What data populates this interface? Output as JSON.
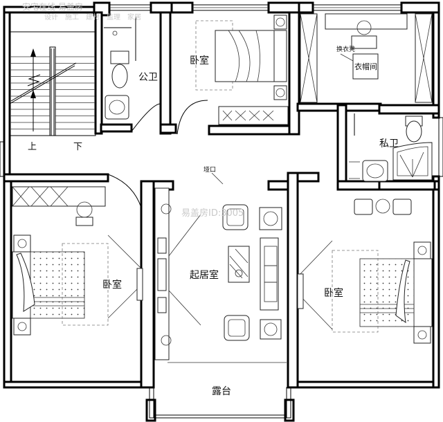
{
  "watermark": {
    "top_title": "安宅在线 易盖房",
    "top_tags": [
      "设计",
      "施工",
      "建材",
      "监理",
      "家居"
    ],
    "center": "易盖房ID:3005"
  },
  "rooms": {
    "public_bath": "公卫",
    "bedroom_top": "卧室",
    "closet": "衣帽间",
    "closet_note": "换衣凳",
    "private_bath": "私卫",
    "bedroom_left": "卧室",
    "living_room": "起居室",
    "bedroom_right": "卧室",
    "terrace": "露台",
    "stair_up": "上",
    "stair_down": "下",
    "ceiling_note": "垭口"
  },
  "colors": {
    "line": "#000000",
    "furniture": "#222222",
    "dashed": "#777777",
    "watermark": "#c9c9c9"
  }
}
